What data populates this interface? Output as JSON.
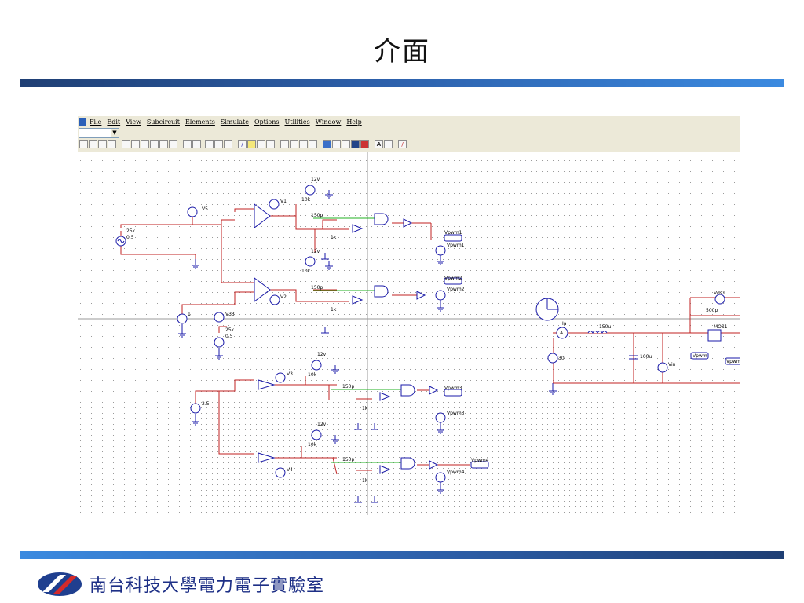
{
  "slide": {
    "title": "介面"
  },
  "footer": {
    "lab_name": "南台科技大學電力電子實驗室"
  },
  "menu": [
    "File",
    "Edit",
    "View",
    "Subcircuit",
    "Elements",
    "Simulate",
    "Options",
    "Utilities",
    "Window",
    "Help"
  ],
  "colors": {
    "accent_blue": "#2c5ea8",
    "wire_red": "#d02020",
    "wire_green": "#20b020",
    "part_blue": "#1a1aa8",
    "footer_text": "#1d2f86"
  },
  "schematic": {
    "labels": {
      "v5": "V5",
      "v1": "V1",
      "v2": "V2",
      "v3": "V3",
      "v4": "V4",
      "v33": "V33",
      "r12v": "12v",
      "r10k": "10k",
      "c150p": "150p",
      "r1k": "1k",
      "src_freq": "25k",
      "src_amp": "0.5",
      "dc_1": "1",
      "dc_25": "2.5",
      "vpwm1": "Vpwm1",
      "vpwm2": "Vpwm2",
      "vpwm3": "Vpwm3",
      "vpwm4": "Vpwm4",
      "vds1": "Vds1",
      "mos1": "MOS1",
      "c500p": "500p",
      "ind": "150u",
      "cap_out": "100u",
      "vin": "Vin",
      "vin_src": "30",
      "ammeter": "A",
      "ia": "Ia",
      "vpwm_tag": "Vpwm"
    }
  }
}
